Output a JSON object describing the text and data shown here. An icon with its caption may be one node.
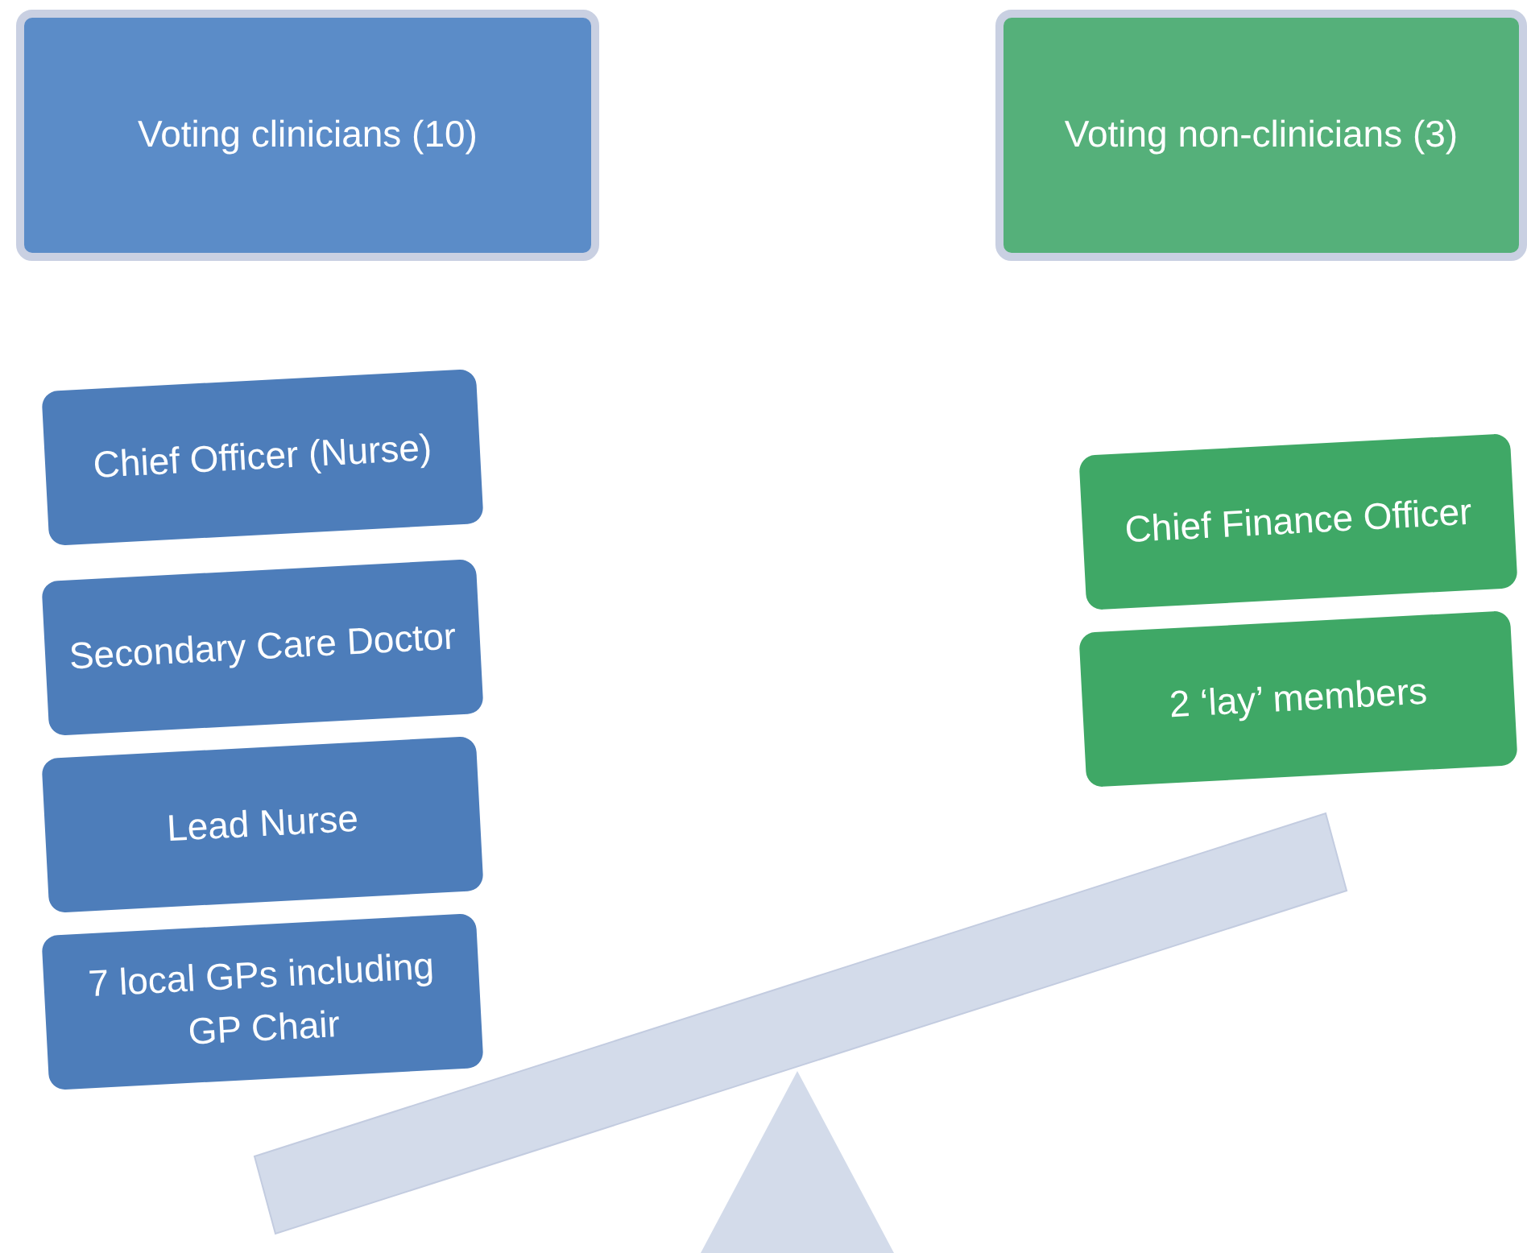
{
  "diagram": {
    "nodes": [
      {
        "text": [
          "Voting clinicians (10)"
        ]
      },
      {
        "text": [
          "Voting non-clinicians (3)"
        ]
      },
      {
        "text": [
          "Chief Officer (Nurse)"
        ]
      },
      {
        "text": [
          "Secondary Care Doctor"
        ]
      },
      {
        "text": [
          "Lead Nurse"
        ]
      },
      {
        "text": [
          "7 local GPs including GP Chair"
        ]
      },
      {
        "text": [
          "Chief Finance Officer"
        ]
      },
      {
        "text": [
          "2 ‘lay’ members"
        ]
      }
    ],
    "edges": []
  }
}
